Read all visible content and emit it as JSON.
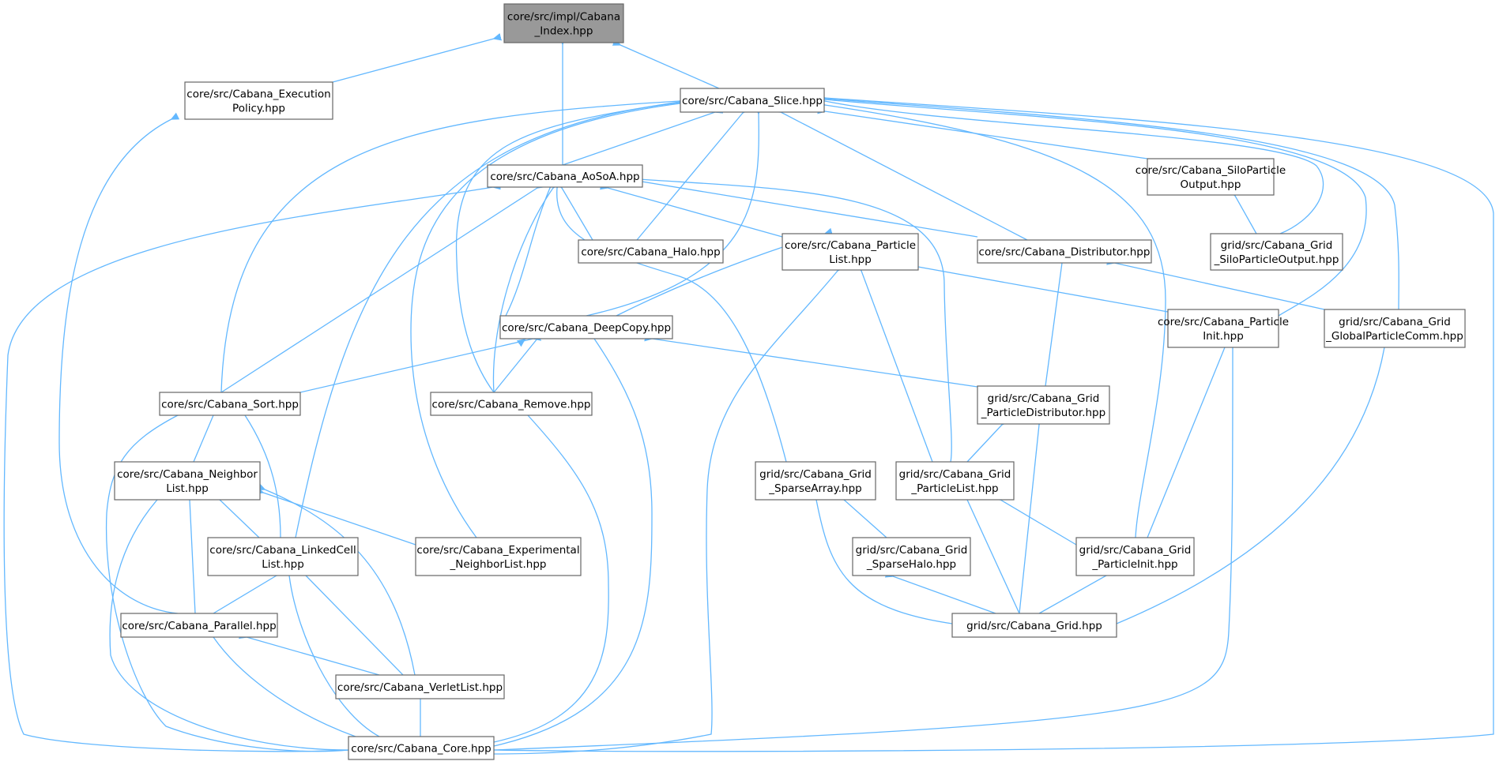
{
  "graph": {
    "edge_color": "#63b8ff",
    "root_fill": "#999999",
    "node_border": "#666666",
    "nodes": [
      {
        "id": "index",
        "lines": [
          "core/src/impl/Cabana",
          "_Index.hpp"
        ],
        "root": true
      },
      {
        "id": "execpolicy",
        "lines": [
          "core/src/Cabana_Execution",
          "Policy.hpp"
        ]
      },
      {
        "id": "slice",
        "lines": [
          "core/src/Cabana_Slice.hpp"
        ]
      },
      {
        "id": "aosoa",
        "lines": [
          "core/src/Cabana_AoSoA.hpp"
        ]
      },
      {
        "id": "silooutput",
        "lines": [
          "core/src/Cabana_SiloParticle",
          "Output.hpp"
        ]
      },
      {
        "id": "halo",
        "lines": [
          "core/src/Cabana_Halo.hpp"
        ]
      },
      {
        "id": "particlelist",
        "lines": [
          "core/src/Cabana_Particle",
          "List.hpp"
        ]
      },
      {
        "id": "distributor",
        "lines": [
          "core/src/Cabana_Distributor.hpp"
        ]
      },
      {
        "id": "gridsilo",
        "lines": [
          "grid/src/Cabana_Grid",
          "_SiloParticleOutput.hpp"
        ]
      },
      {
        "id": "deepcopy",
        "lines": [
          "core/src/Cabana_DeepCopy.hpp"
        ]
      },
      {
        "id": "particleinit",
        "lines": [
          "core/src/Cabana_Particle",
          "Init.hpp"
        ]
      },
      {
        "id": "globalcomm",
        "lines": [
          "grid/src/Cabana_Grid",
          "_GlobalParticleComm.hpp"
        ]
      },
      {
        "id": "sort",
        "lines": [
          "core/src/Cabana_Sort.hpp"
        ]
      },
      {
        "id": "remove",
        "lines": [
          "core/src/Cabana_Remove.hpp"
        ]
      },
      {
        "id": "partdistributor",
        "lines": [
          "grid/src/Cabana_Grid",
          "_ParticleDistributor.hpp"
        ]
      },
      {
        "id": "neighborlist",
        "lines": [
          "core/src/Cabana_Neighbor",
          "List.hpp"
        ]
      },
      {
        "id": "sparsearray",
        "lines": [
          "grid/src/Cabana_Grid",
          "_SparseArray.hpp"
        ]
      },
      {
        "id": "gridparticlelist",
        "lines": [
          "grid/src/Cabana_Grid",
          "_ParticleList.hpp"
        ]
      },
      {
        "id": "linkedcell",
        "lines": [
          "core/src/Cabana_LinkedCell",
          "List.hpp"
        ]
      },
      {
        "id": "expneighbor",
        "lines": [
          "core/src/Cabana_Experimental",
          "_NeighborList.hpp"
        ]
      },
      {
        "id": "sparsehalo",
        "lines": [
          "grid/src/Cabana_Grid",
          "_SparseHalo.hpp"
        ]
      },
      {
        "id": "gridparticleinit",
        "lines": [
          "grid/src/Cabana_Grid",
          "_ParticleInit.hpp"
        ]
      },
      {
        "id": "parallel",
        "lines": [
          "core/src/Cabana_Parallel.hpp"
        ]
      },
      {
        "id": "grid",
        "lines": [
          "grid/src/Cabana_Grid.hpp"
        ]
      },
      {
        "id": "verlet",
        "lines": [
          "core/src/Cabana_VerletList.hpp"
        ]
      },
      {
        "id": "core",
        "lines": [
          "core/src/Cabana_Core.hpp"
        ]
      }
    ]
  }
}
